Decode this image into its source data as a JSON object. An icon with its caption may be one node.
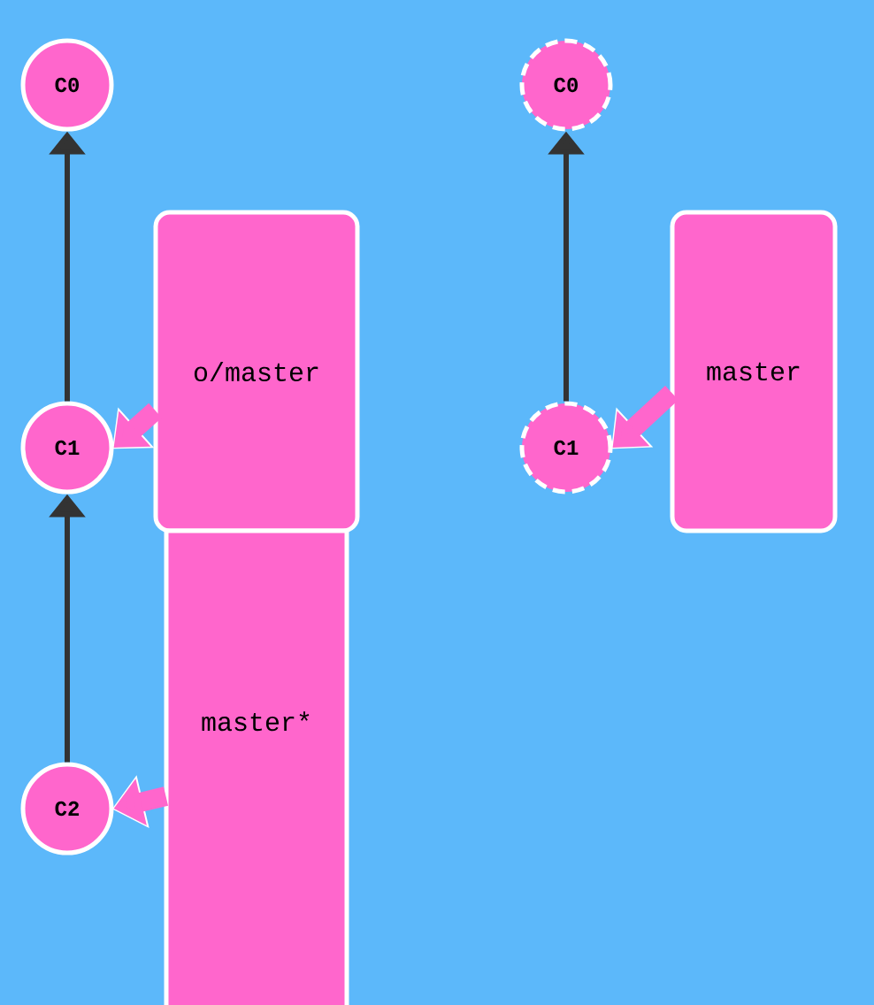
{
  "diagram": {
    "nodes": [
      {
        "text": [
          "C0"
        ]
      },
      {
        "text": [
          "C1"
        ]
      },
      {
        "text": [
          "C2"
        ]
      },
      {
        "text": [
          "o/master"
        ]
      },
      {
        "text": [
          "master*"
        ]
      },
      {
        "text": [
          "C0"
        ]
      },
      {
        "text": [
          "C1"
        ]
      },
      {
        "text": [
          "master"
        ]
      }
    ],
    "edges": [
      {
        "from": 1,
        "to": 0,
        "arrow": "to"
      },
      {
        "from": 2,
        "to": 1,
        "arrow": "to"
      },
      {
        "from": 3,
        "to": 1,
        "arrow": "to",
        "style": "thick",
        "color": "#ff66cc"
      },
      {
        "from": 4,
        "to": 2,
        "arrow": "to",
        "style": "thick",
        "color": "#ff66cc"
      },
      {
        "from": 6,
        "to": 5,
        "arrow": "to"
      },
      {
        "from": 7,
        "to": 6,
        "arrow": "to",
        "style": "thick",
        "color": "#ff66cc"
      }
    ]
  }
}
